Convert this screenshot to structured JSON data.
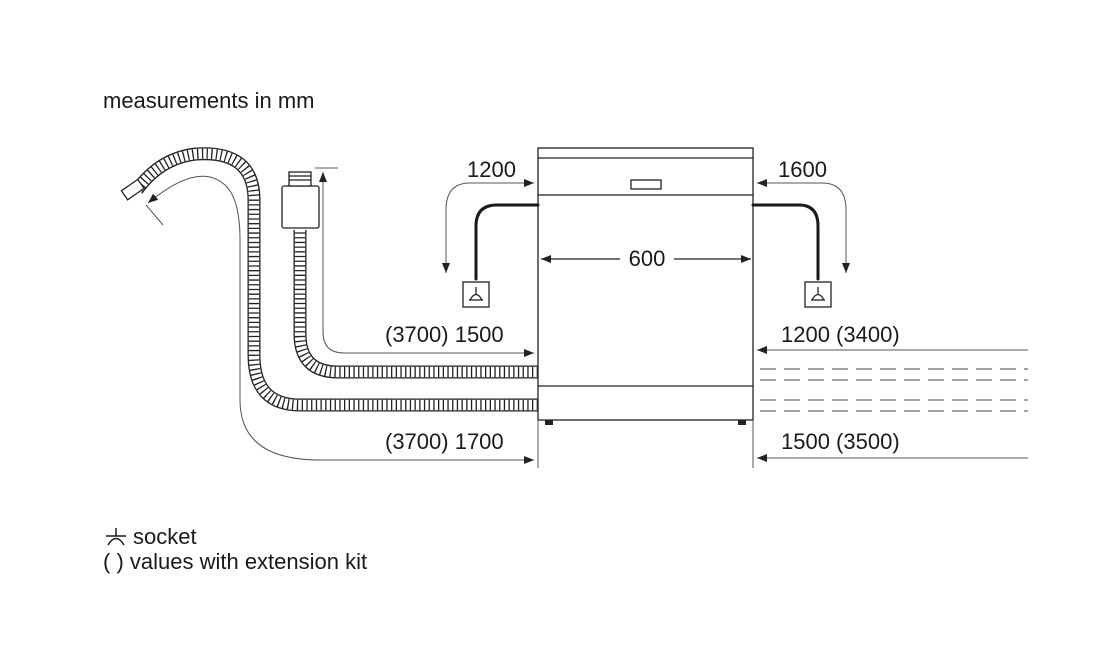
{
  "header": {
    "units_note": "measurements in mm"
  },
  "dimensions": {
    "width": "600",
    "left_power_cable": "1200",
    "right_water_cable": "1600",
    "left_drain_hose": "(3700) 1500",
    "left_inlet_hose": "(3700) 1700",
    "right_drain_hose": "1200 (3400)",
    "right_inlet_hose": "1500 (3500)"
  },
  "legend": {
    "socket_label": "socket",
    "socket_icon": "socket-icon",
    "extension_label": "( ) values with extension kit"
  },
  "colors": {
    "line": "#222222",
    "hose_fill": "#ffffff",
    "background": "#ffffff"
  }
}
